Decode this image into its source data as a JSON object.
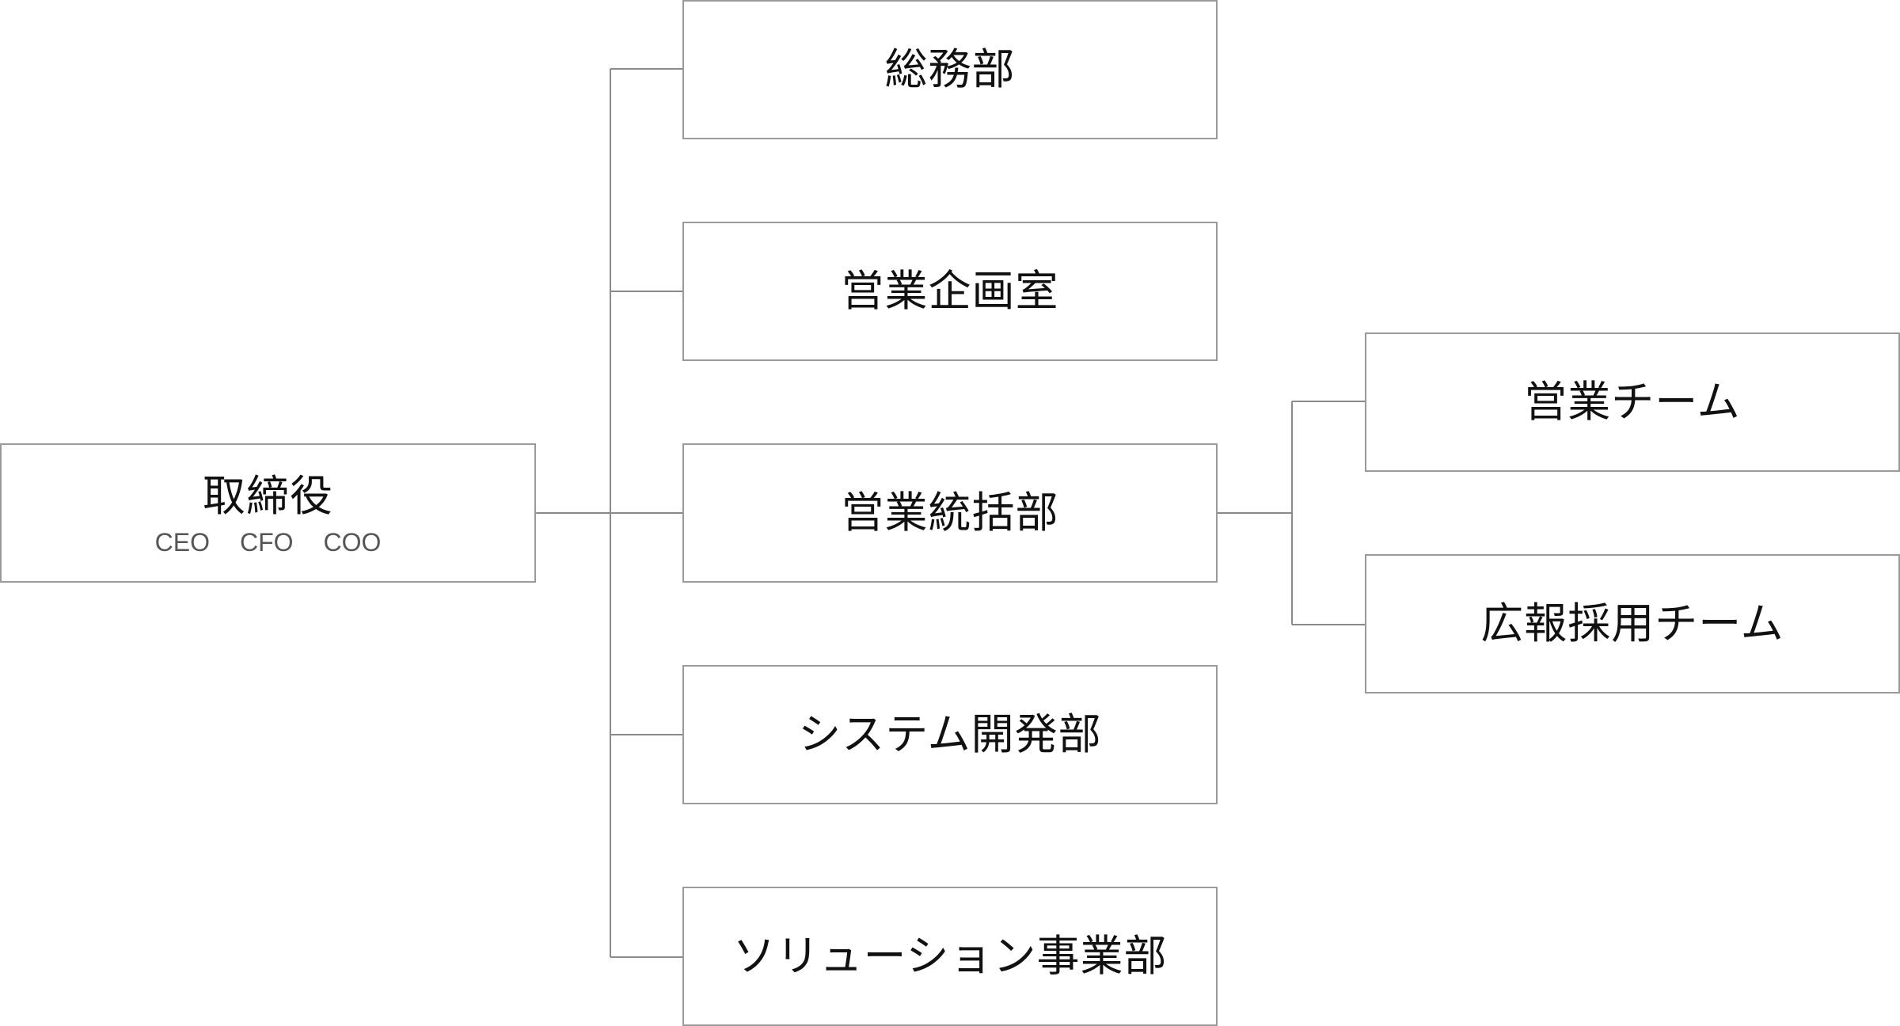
{
  "root": {
    "title": "取締役",
    "roles": [
      "CEO",
      "CFO",
      "COO"
    ]
  },
  "departments": [
    {
      "label": "総務部"
    },
    {
      "label": "営業企画室"
    },
    {
      "label": "営業統括部"
    },
    {
      "label": "システム開発部"
    },
    {
      "label": "ソリューション事業部"
    }
  ],
  "teams": [
    {
      "label": "営業チーム"
    },
    {
      "label": "広報採用チーム"
    }
  ],
  "colors": {
    "border": "#9a9a9a",
    "connector": "#8a8a8a",
    "text": "#111111",
    "subtext": "#555555"
  }
}
